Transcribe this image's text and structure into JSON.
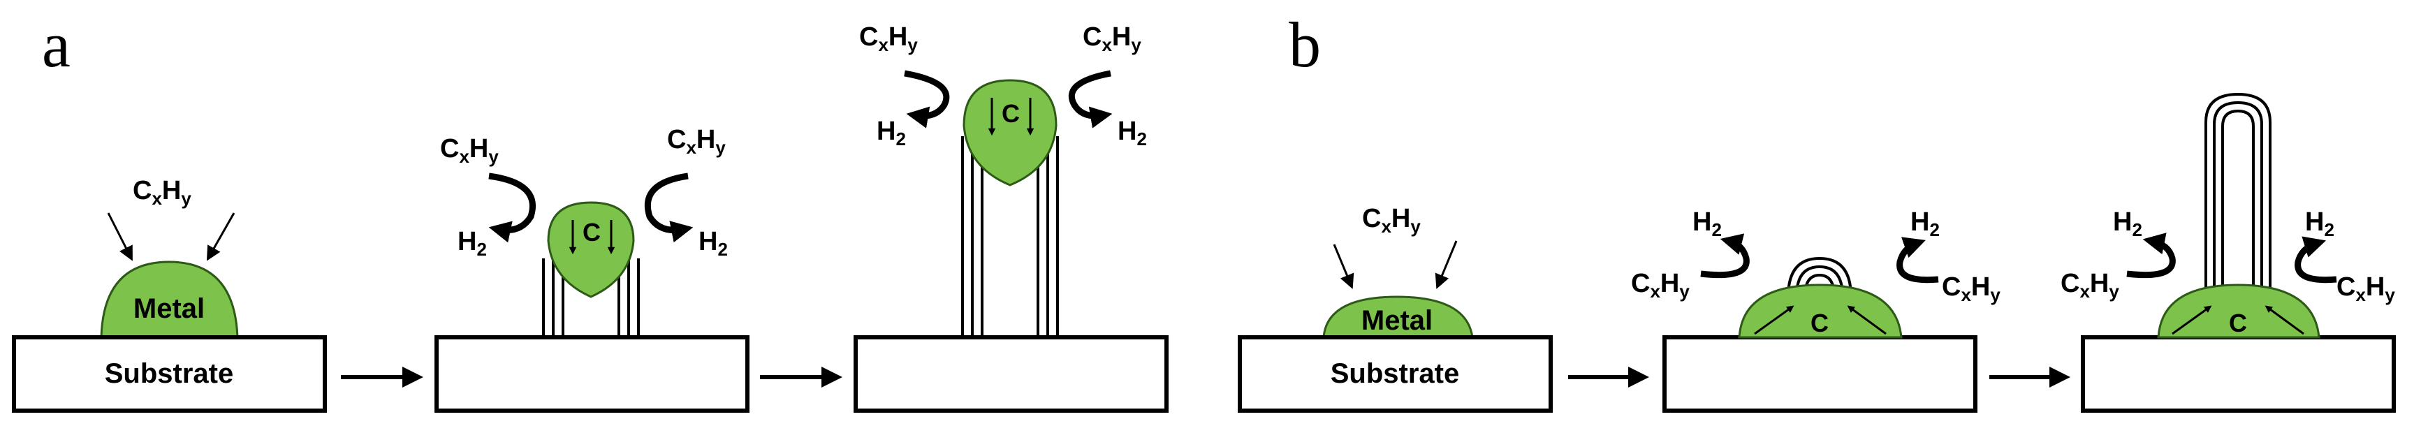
{
  "panel_a": {
    "label": "a",
    "step1": {
      "reactant": "C",
      "reactant_sub": "x",
      "reactant_h": "H",
      "reactant_h_sub": "y",
      "metal": "Metal",
      "substrate": "Substrate"
    },
    "step2": {
      "left_in": "C",
      "left_in_sub": "x",
      "left_in_h": "H",
      "left_in_h_sub": "y",
      "right_in": "C",
      "right_in_sub": "x",
      "right_in_h": "H",
      "right_in_h_sub": "y",
      "left_out": "H",
      "left_out_sub": "2",
      "right_out": "H",
      "right_out_sub": "2",
      "carbon": "C"
    },
    "step3": {
      "left_in": "C",
      "left_in_sub": "x",
      "left_in_h": "H",
      "left_in_h_sub": "y",
      "right_in": "C",
      "right_in_sub": "x",
      "right_in_h": "H",
      "right_in_h_sub": "y",
      "left_out": "H",
      "left_out_sub": "2",
      "right_out": "H",
      "right_out_sub": "2",
      "carbon": "C"
    }
  },
  "panel_b": {
    "label": "b",
    "step1": {
      "reactant": "C",
      "reactant_sub": "x",
      "reactant_h": "H",
      "reactant_h_sub": "y",
      "metal": "Metal",
      "substrate": "Substrate"
    },
    "step2": {
      "left_in": "C",
      "left_in_sub": "x",
      "left_in_h": "H",
      "left_in_h_sub": "y",
      "right_in": "C",
      "right_in_sub": "x",
      "right_in_h": "H",
      "right_in_h_sub": "y",
      "left_out": "H",
      "left_out_sub": "2",
      "right_out": "H",
      "right_out_sub": "2",
      "carbon": "C"
    },
    "step3": {
      "left_in": "C",
      "left_in_sub": "x",
      "left_in_h": "H",
      "left_in_h_sub": "y",
      "right_in": "C",
      "right_in_sub": "x",
      "right_in_h": "H",
      "right_in_h_sub": "y",
      "left_out": "H",
      "left_out_sub": "2",
      "right_out": "H",
      "right_out_sub": "2",
      "carbon": "C"
    }
  },
  "colors": {
    "metal_fill": "#7dc34b",
    "metal_stroke": "#2e5a17",
    "line": "#000000",
    "background": "#ffffff"
  }
}
